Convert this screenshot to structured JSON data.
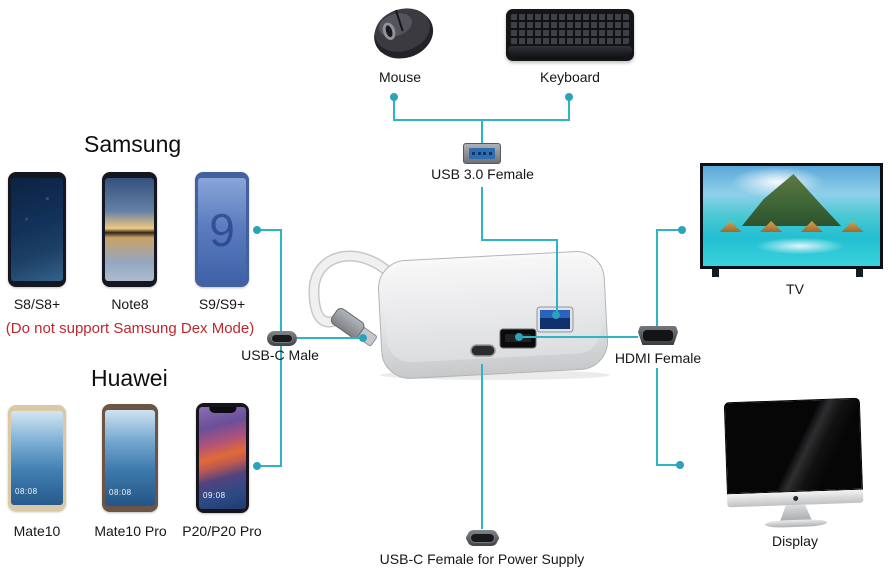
{
  "colors": {
    "background": "#ffffff",
    "line": "#2db4c6",
    "dot": "#2aa3bb",
    "warning_text": "#c0272d",
    "text": "#161616"
  },
  "peripherals": {
    "mouse_label": "Mouse",
    "keyboard_label": "Keyboard"
  },
  "ports": {
    "usb3_female": {
      "label": "USB 3.0 Female",
      "icon": "usb-3-female-icon"
    },
    "usbc_male": {
      "label": "USB-C Male",
      "icon": "usb-c-male-icon"
    },
    "hdmi_female": {
      "label": "HDMI Female",
      "icon": "hdmi-female-icon"
    },
    "usbc_power": {
      "label": "USB-C Female for Power Supply",
      "icon": "usb-c-female-icon"
    }
  },
  "samsung": {
    "heading": "Samsung",
    "warning": "(Do not support Samsung Dex Mode)",
    "phones": [
      {
        "label": "S8/S8+"
      },
      {
        "label": "Note8"
      },
      {
        "label": "S9/S9+",
        "screen_digit": "9"
      }
    ]
  },
  "huawei": {
    "heading": "Huawei",
    "phones": [
      {
        "label": "Mate10",
        "clock": "08:08"
      },
      {
        "label": "Mate10 Pro",
        "clock": "08:08"
      },
      {
        "label": "P20/P20 Pro",
        "clock": "09:08"
      }
    ]
  },
  "displays": {
    "tv_label": "TV",
    "display_label": "Display"
  }
}
